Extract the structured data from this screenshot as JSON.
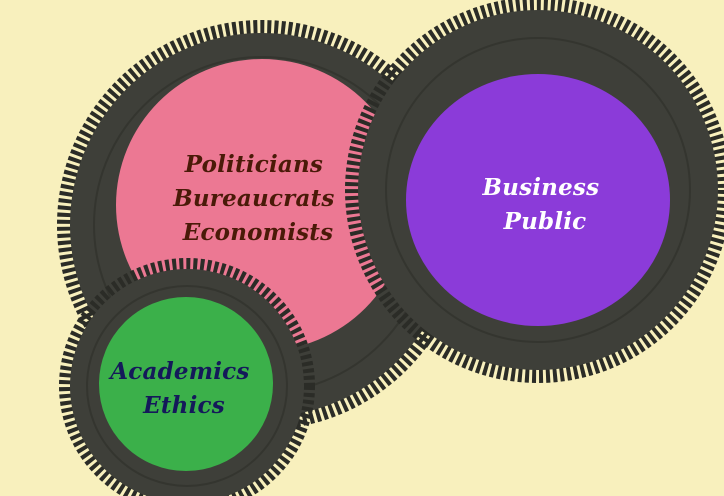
{
  "diagram": {
    "background_color": "#f8f0bd",
    "tire_color": "#3e3f39",
    "tread_color": "#2b2c27",
    "circles": [
      {
        "id": "politicians",
        "fill": "#ec7893",
        "text_color": "#4a1a08",
        "lines": [
          "Politicians",
          "Bureaucrats",
          "Economists"
        ]
      },
      {
        "id": "business",
        "fill": "#8b3bd9",
        "text_color": "#ffffff",
        "lines": [
          "Business",
          "Public"
        ]
      },
      {
        "id": "academics",
        "fill": "#3bb04a",
        "text_color": "#14195a",
        "lines": [
          "Academics",
          "Ethics"
        ]
      }
    ]
  }
}
